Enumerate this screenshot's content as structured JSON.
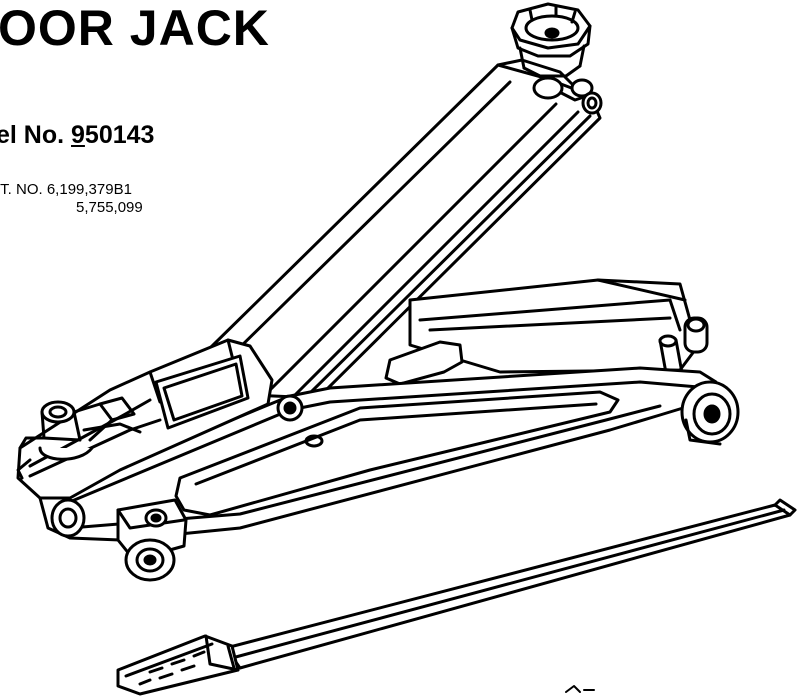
{
  "title": "OOR  JACK",
  "model": {
    "prefix": "el No. ",
    "first_digit": "9",
    "rest": "50143"
  },
  "patent": {
    "line1": ".T. NO. 6,199,379B1",
    "line2": "5,755,099"
  }
}
